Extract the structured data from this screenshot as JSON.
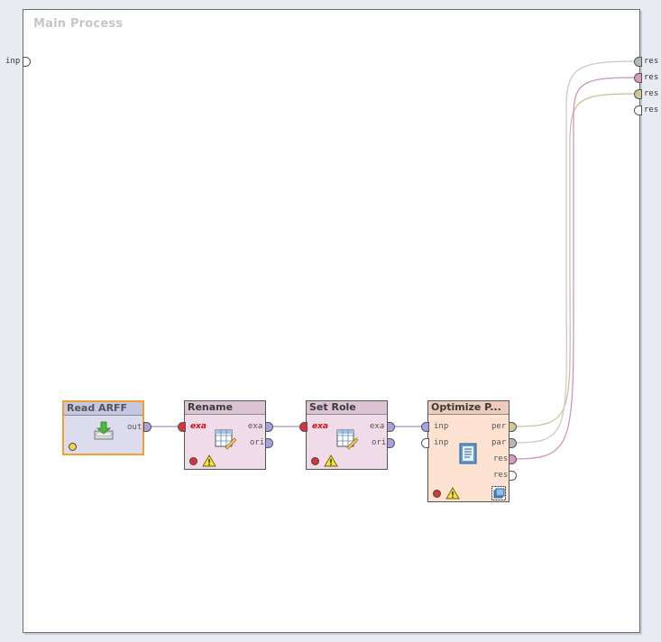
{
  "process": {
    "title": "Main Process",
    "input_port": "inp",
    "output_ports": [
      "res",
      "res",
      "res",
      "res"
    ]
  },
  "operators": {
    "read_arff": {
      "name": "Read ARFF",
      "ports_out": [
        "out"
      ]
    },
    "rename": {
      "name": "Rename",
      "ports_in": [
        "exa"
      ],
      "ports_out": [
        "exa",
        "ori"
      ]
    },
    "set_role": {
      "name": "Set Role",
      "ports_in": [
        "exa"
      ],
      "ports_out": [
        "exa",
        "ori"
      ]
    },
    "optimize": {
      "name": "Optimize P...",
      "ports_in": [
        "inp",
        "inp"
      ],
      "ports_out": [
        "per",
        "par",
        "res",
        "res"
      ]
    }
  },
  "colors": {
    "read_arff_bg": "#dcdcee",
    "read_arff_border": "#f0a030",
    "preproc_bg": "#f0dbe8",
    "optimize_bg": "#fde2d2",
    "wire_example": "#9b96d8",
    "wire_performance": "#c9bd92",
    "wire_parameters": "#c6c6c6",
    "wire_result": "#d08cbc"
  },
  "icons": {
    "read_arff": "download-table-icon",
    "rename": "edit-table-icon",
    "set_role": "edit-table-icon",
    "optimize": "document-icon",
    "subprocess": "subprocess-icon",
    "warning": "warning-icon"
  }
}
